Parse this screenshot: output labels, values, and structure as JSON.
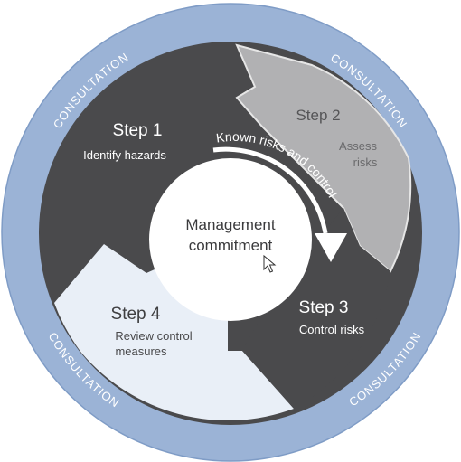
{
  "consultation": [
    "CONSULTATION",
    "CONSULTATION",
    "CONSULTATION",
    "CONSULTATION"
  ],
  "center": {
    "line1": "Management",
    "line2": "commitment"
  },
  "arrow_label": "Known risks and control",
  "steps": [
    {
      "title": "Step 1",
      "desc": [
        "Identify hazards"
      ]
    },
    {
      "title": "Step 2",
      "desc": [
        "Assess",
        "risks"
      ]
    },
    {
      "title": "Step 3",
      "desc": [
        "Control risks"
      ]
    },
    {
      "title": "Step 4",
      "desc": [
        "Review control",
        "measures"
      ]
    }
  ],
  "colors": {
    "ring": "#9bb3d6",
    "ring_edge": "#7f9cc6",
    "dark": "#4a4a4c",
    "grey": "#b1b1b3",
    "light": "#e9eff7",
    "center": "#ffffff"
  },
  "icons": [
    "mouse-cursor-icon"
  ]
}
